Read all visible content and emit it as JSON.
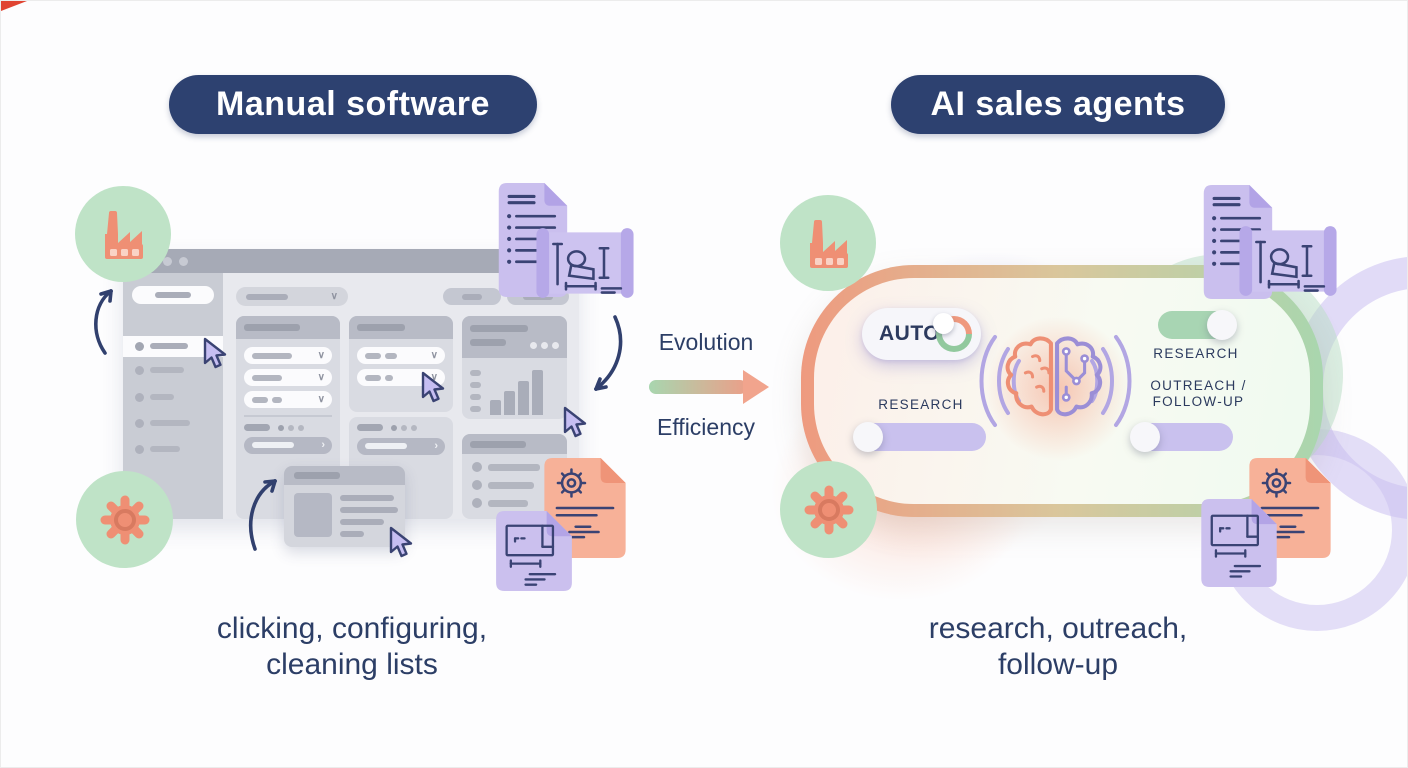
{
  "left_panel": {
    "title": "Manual software",
    "caption_lines": [
      "clicking, configuring,",
      "cleaning lists"
    ]
  },
  "transition": {
    "top_label": "Evolution",
    "bottom_label": "Efficiency"
  },
  "right_panel": {
    "title": "AI sales agents",
    "caption_lines": [
      "research, outreach,",
      "follow-up"
    ],
    "controls": {
      "auto_toggle_label": "AUTO",
      "research_toggle_top_label": "RESEARCH",
      "research_toggle_left_label": "RESEARCH",
      "outreach_toggle_label_lines": [
        "OUTREACH /",
        "FOLLOW-UP"
      ]
    }
  },
  "icons": {
    "factory": "factory-icon",
    "gear": "gear-icon",
    "list_document": "list-document-icon",
    "blueprint_scroll": "blueprint-scroll-icon",
    "gear_document": "gear-document-icon",
    "blueprint_document": "blueprint-document-icon",
    "ai_brain": "ai-brain-icon",
    "cursor": "cursor-icon",
    "evolution_arrow": "evolution-arrow-icon"
  },
  "colors": {
    "navy_pill": "#2d4170",
    "text_navy": "#2c3e66",
    "salmon": "#ef9279",
    "green": "#aed9b8",
    "purple": "#c8bdee",
    "ui_gray": "#d9dbe2"
  }
}
